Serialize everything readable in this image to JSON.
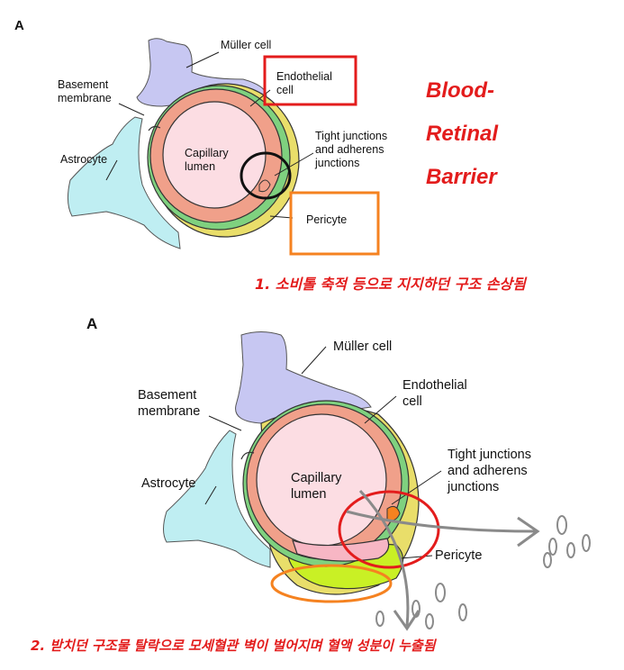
{
  "top_panel": {
    "letter": "A",
    "labels": {
      "muller": "Müller cell",
      "basement": "Basement\nmembrane",
      "endothelial": "Endothelial\ncell",
      "astrocyte": "Astrocyte",
      "capillary": "Capillary\nlumen",
      "tight": "Tight junctions\nand adherens\njunctions",
      "pericyte": "Pericyte"
    },
    "title_lines": [
      "Blood-",
      "Retinal",
      "Barrier"
    ],
    "caption": "1. 소비톨 축적 등으로 지지하던 구조 손상됨"
  },
  "bottom_panel": {
    "letter": "A",
    "labels": {
      "muller": "Müller cell",
      "basement": "Basement\nmembrane",
      "endothelial": "Endothelial\ncell",
      "astrocyte": "Astrocyte",
      "capillary": "Capillary\nlumen",
      "tight": "Tight junctions\nand adherens\njunctions",
      "pericyte": "Pericyte"
    },
    "caption": "2. 받치던 구조물 탈락으로 모세혈관 벽이 벌어지며 혈액 성분이 누출됨"
  },
  "colors": {
    "muller": "#c7c7f2",
    "astrocyte": "#bfeef2",
    "basement_green": "#7fd17f",
    "endothelial": "#f0a08a",
    "lumen": "#fcdde3",
    "pericyte_yellow": "#e9de6a",
    "pericyte_lime": "#c9f025",
    "highlight_red": "#e31c1c",
    "highlight_orange": "#f58220",
    "title_red": "#e31c1c",
    "leak_gray": "#8a8a8a"
  }
}
